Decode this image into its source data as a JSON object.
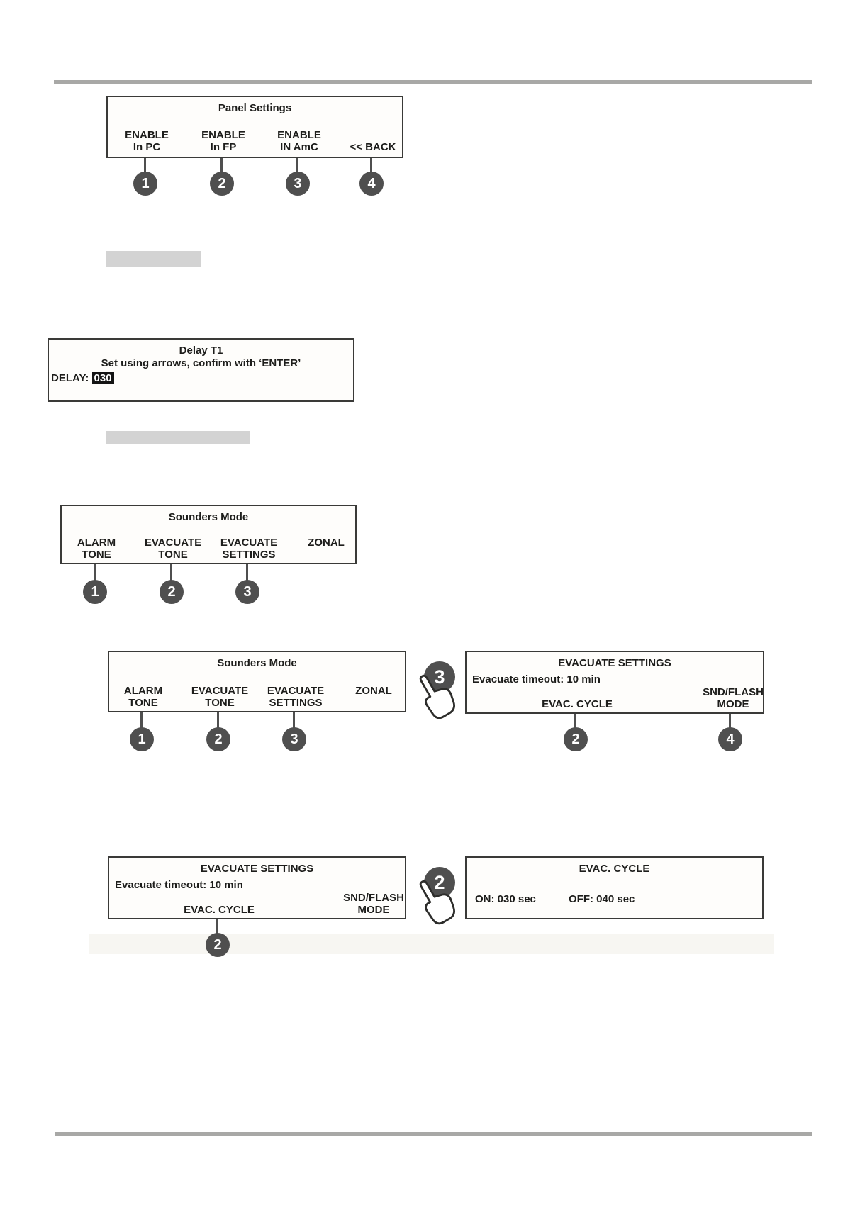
{
  "colors": {
    "divider": "#a8a8a6",
    "panel_border": "#3a3a38",
    "panel_background": "#fefdfb",
    "text": "#1d1d1b",
    "key_badge": "#4f4f4f",
    "redaction_bar": "#d3d3d3"
  },
  "screens": {
    "panel_settings": {
      "title": "Panel Settings",
      "soft_keys": [
        {
          "line1": "ENABLE",
          "line2": "In PC",
          "key": "1"
        },
        {
          "line1": "ENABLE",
          "line2": "In FP",
          "key": "2"
        },
        {
          "line1": "ENABLE",
          "line2": "IN AmC",
          "key": "3"
        },
        {
          "line1": "<< BACK",
          "key": "4"
        }
      ]
    },
    "delay_t1": {
      "title": "Delay T1",
      "instruction": "Set using arrows, confirm with ‘ENTER’",
      "field_label": "DELAY:",
      "field_value": "030"
    },
    "sounders_mode": {
      "title": "Sounders Mode",
      "soft_keys": [
        {
          "line1": "ALARM",
          "line2": "TONE",
          "key": "1"
        },
        {
          "line1": "EVACUATE",
          "line2": "TONE",
          "key": "2"
        },
        {
          "line1": "EVACUATE",
          "line2": "SETTINGS",
          "key": "3"
        },
        {
          "line1": "ZONAL"
        }
      ]
    },
    "evacuate_settings": {
      "title": "EVACUATE SETTINGS",
      "status": "Evacuate timeout: 10 min",
      "soft_keys": [
        {
          "label": "EVAC. CYCLE",
          "key": "2"
        },
        {
          "line1": "SND/FLASH",
          "line2": "MODE",
          "key": "4"
        }
      ]
    },
    "evac_cycle": {
      "title": "EVAC. CYCLE",
      "on_label": "ON: 030 sec",
      "off_label": "OFF: 040 sec"
    }
  },
  "annotations": {
    "press_step_row2": "3",
    "press_step_row3": "2"
  }
}
